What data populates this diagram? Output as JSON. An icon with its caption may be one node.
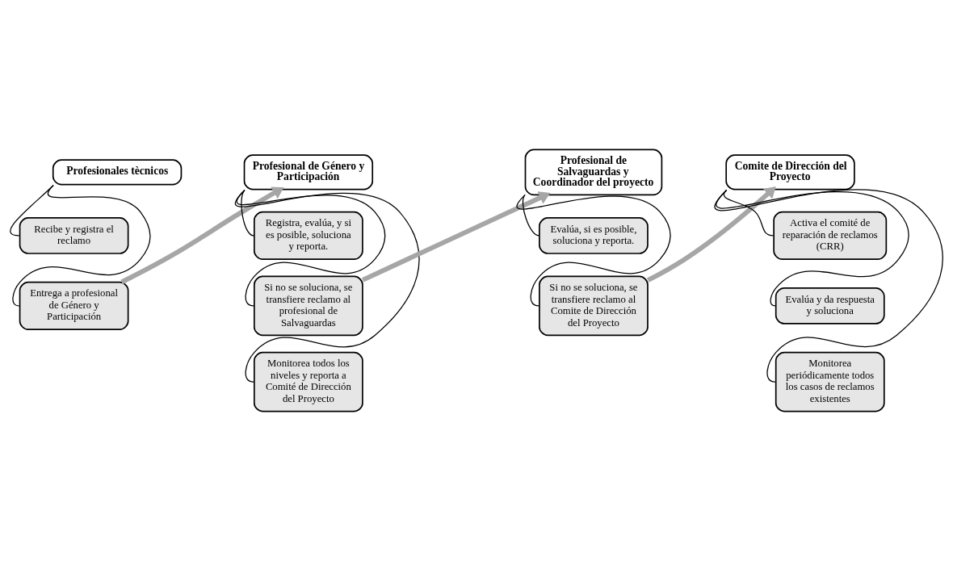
{
  "diagram": {
    "nodes": [
      {
        "text": [
          "Profesionales tècnicos"
        ]
      },
      {
        "text": [
          "Recibe y registra el reclamo"
        ]
      },
      {
        "text": [
          "Entrega a profesional de Género y Participación"
        ]
      },
      {
        "text": [
          "Profesional de Género y Participación"
        ]
      },
      {
        "text": [
          "Registra, evalúa, y si es posible, soluciona y reporta."
        ]
      },
      {
        "text": [
          "Si no se soluciona, se transfiere reclamo al profesional de Salvaguardas"
        ]
      },
      {
        "text": [
          "Monitorea todos los niveles y reporta a Comité de Dirección del Proyecto"
        ]
      },
      {
        "text": [
          "Profesional de Salvaguardas y Coordinador del proyecto"
        ]
      },
      {
        "text": [
          "Evalúa, si es posible, soluciona y reporta."
        ]
      },
      {
        "text": [
          "Si no se soluciona, se transfiere reclamo al Comite de Dirección del Proyecto"
        ]
      },
      {
        "text": [
          "Comite de Dirección del Proyecto"
        ]
      },
      {
        "text": [
          "Activa el comité de reparación de reclamos (CRR)"
        ]
      },
      {
        "text": [
          "Evalúa y da respuesta y soluciona"
        ]
      },
      {
        "text": [
          "Monitorea periódicamente todos los casos de reclamos existentes"
        ]
      }
    ],
    "edges": [
      {
        "from": 0,
        "to": 1,
        "arrow": "none"
      },
      {
        "from": 0,
        "to": 2,
        "arrow": "none"
      },
      {
        "from": 2,
        "to": 3,
        "arrow": "to",
        "style": "thick",
        "color": "#a6a6a6"
      },
      {
        "from": 3,
        "to": 4,
        "arrow": "none"
      },
      {
        "from": 3,
        "to": 5,
        "arrow": "none"
      },
      {
        "from": 3,
        "to": 6,
        "arrow": "none"
      },
      {
        "from": 5,
        "to": 7,
        "arrow": "to",
        "style": "thick",
        "color": "#a6a6a6"
      },
      {
        "from": 7,
        "to": 8,
        "arrow": "none"
      },
      {
        "from": 7,
        "to": 9,
        "arrow": "none"
      },
      {
        "from": 9,
        "to": 10,
        "arrow": "to",
        "style": "thick",
        "color": "#a6a6a6"
      },
      {
        "from": 10,
        "to": 11,
        "arrow": "none"
      },
      {
        "from": 10,
        "to": 12,
        "arrow": "none"
      },
      {
        "from": 10,
        "to": 13,
        "arrow": "none"
      }
    ]
  }
}
